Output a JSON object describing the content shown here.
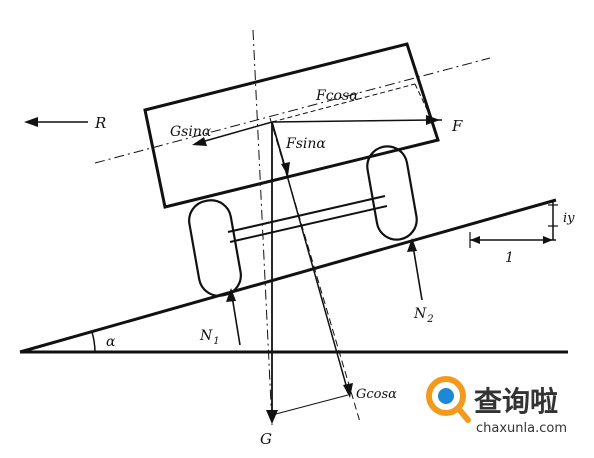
{
  "labels": {
    "R": "R",
    "Gsin": "Gsinα",
    "Fcos": "Fcosα",
    "F": "F",
    "Fsin": "Fsinα",
    "iy": "iy",
    "one": "1",
    "N2": "N",
    "N2_sub": "2",
    "N1": "N",
    "N1_sub": "1",
    "alpha": "α",
    "Gcos": "Gcosα",
    "G": "G"
  },
  "watermark": {
    "brand": "查询啦",
    "domain": "chaxunla.com",
    "accent_orange": "#f39a1e",
    "accent_blue": "#1e88d8"
  }
}
